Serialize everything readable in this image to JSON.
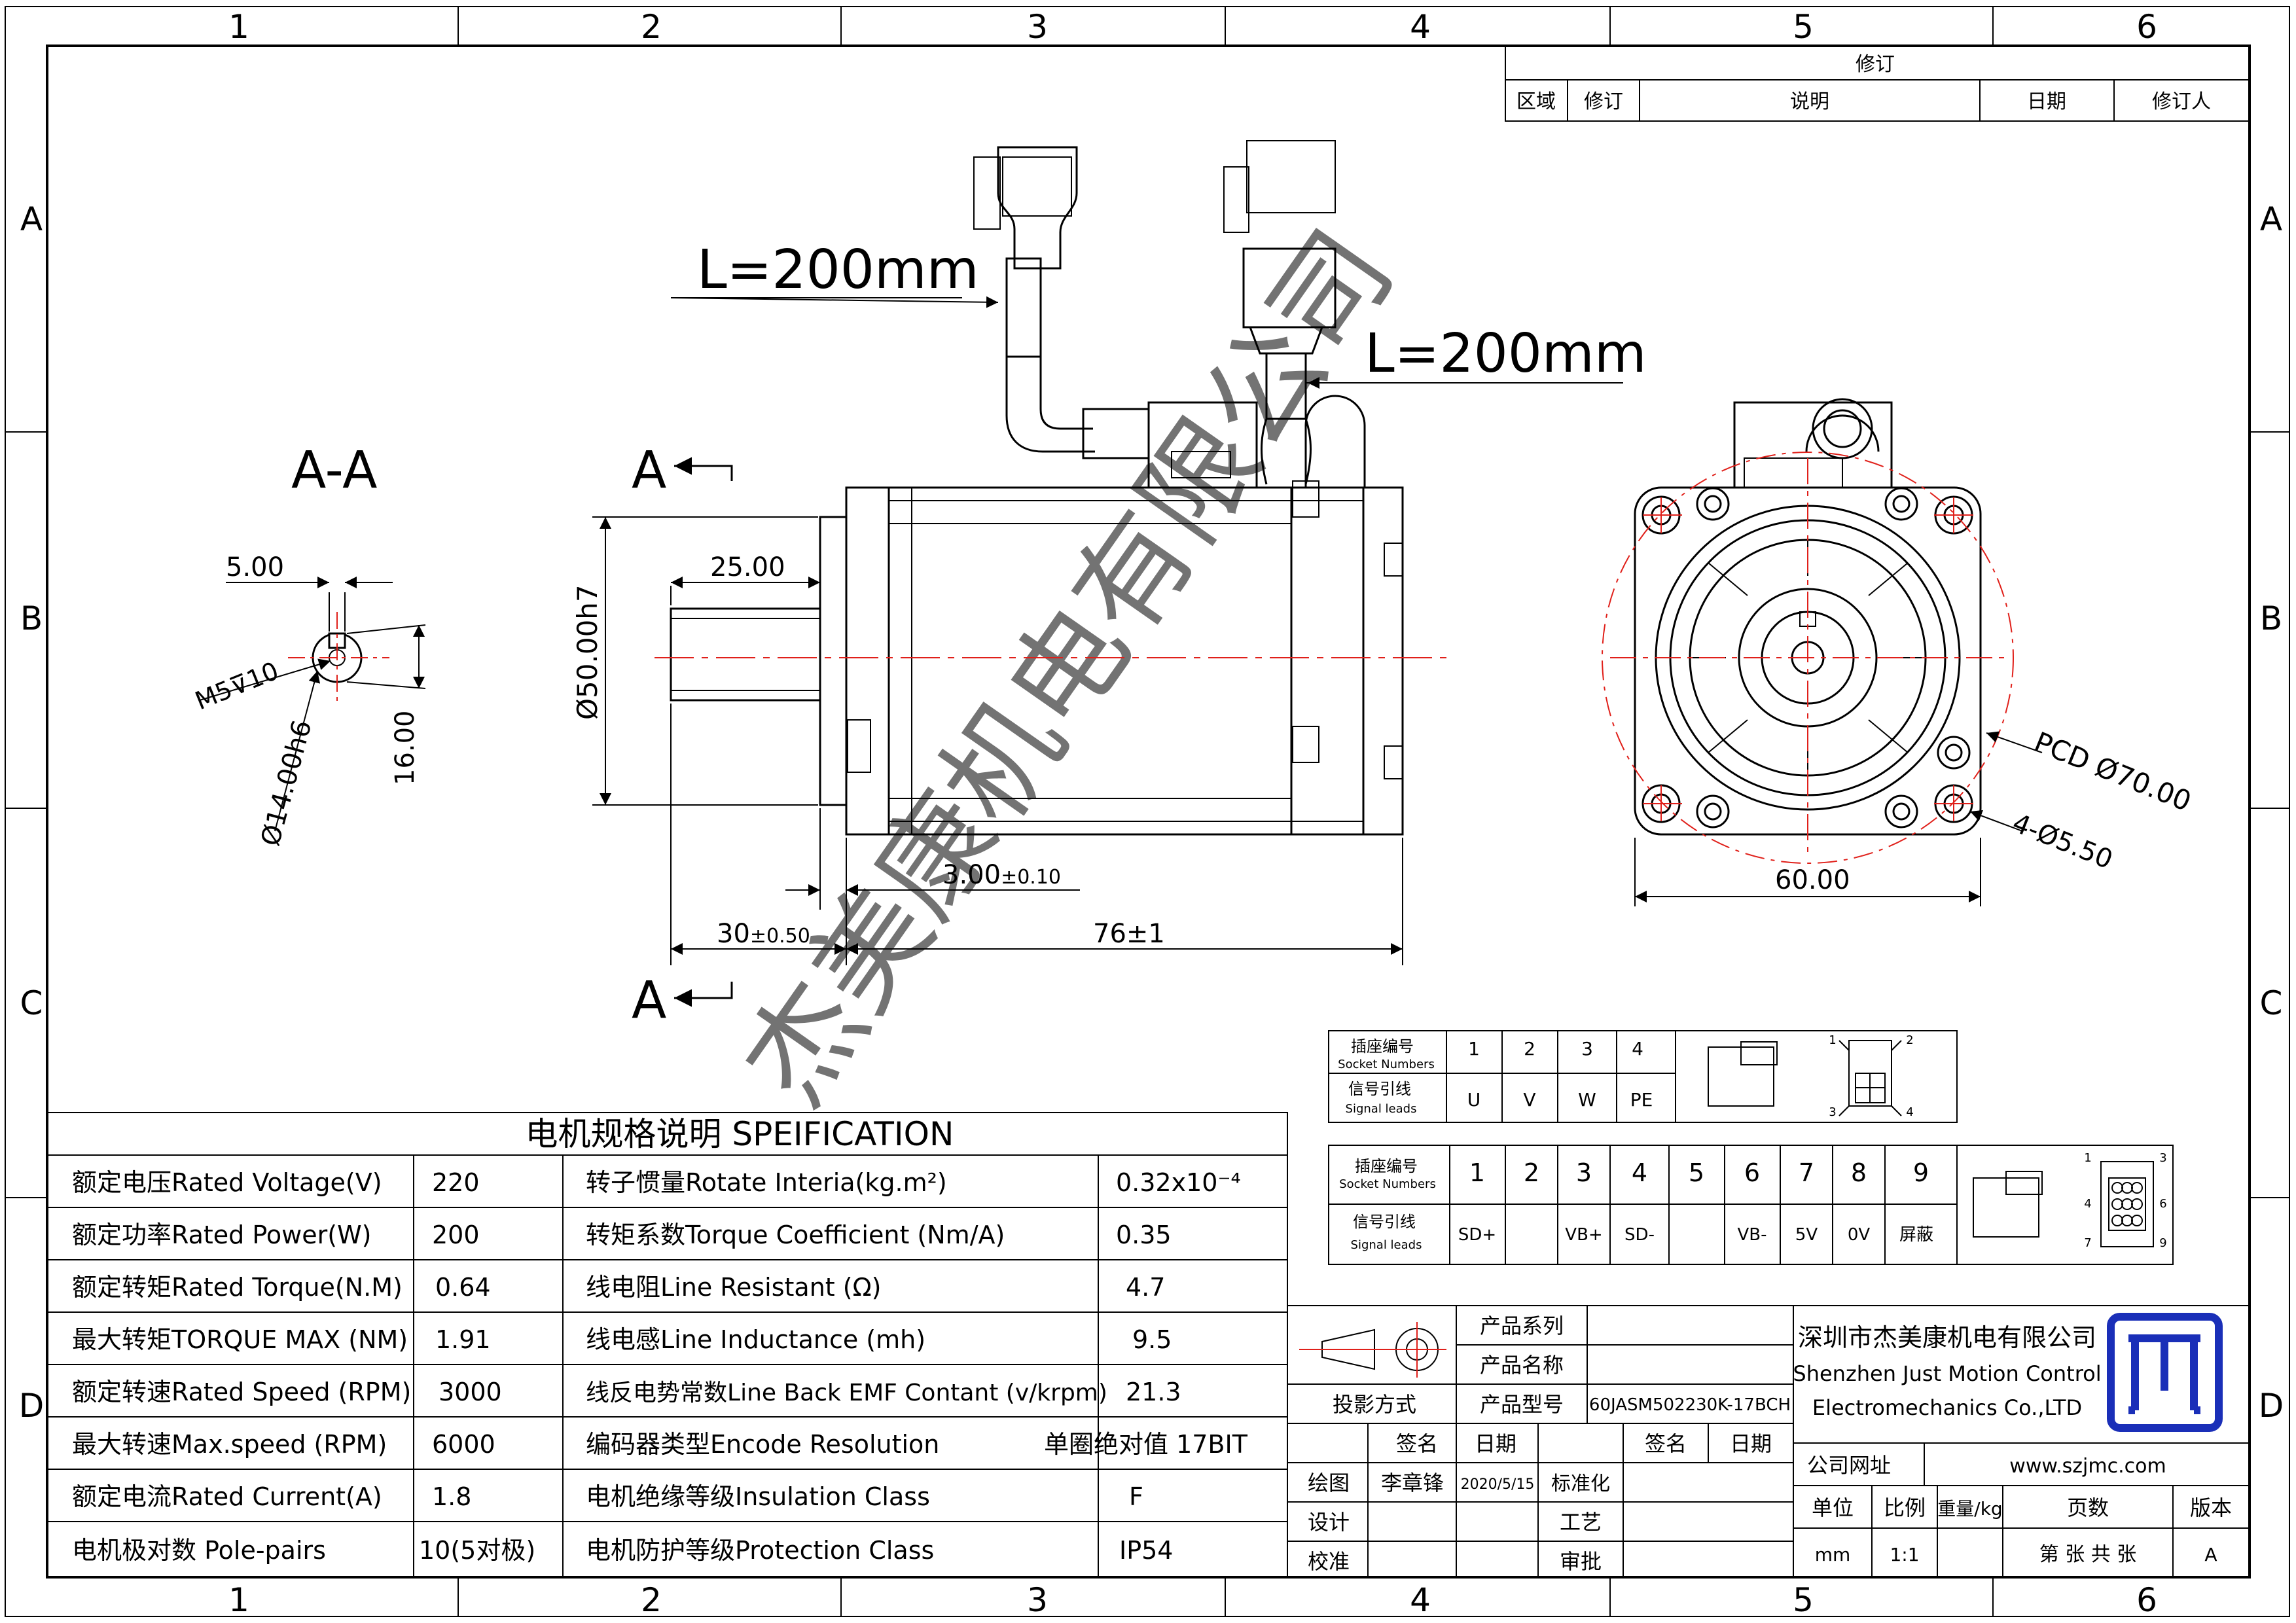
{
  "frame": {
    "col_numbers": [
      "1",
      "2",
      "3",
      "4",
      "5",
      "6"
    ],
    "row_letters": [
      "A",
      "B",
      "C",
      "D"
    ]
  },
  "revision": {
    "title": "修订",
    "headers": [
      "区域",
      "修订",
      "说明",
      "日期",
      "修订人"
    ]
  },
  "section_label": "A-A",
  "section_marker": "A",
  "dimensions": {
    "cable_length_1": "L=200mm",
    "cable_length_2": "L=200mm",
    "key_width": "5.00",
    "thread": "M5",
    "thread_depth": "10",
    "shaft_dia": "Ø14.00h6",
    "key_height": "16.00",
    "shaft_len": "25.00",
    "pilot_dia": "Ø50.00h7",
    "pilot_depth_value": "3.00",
    "pilot_depth_tol": "±0.10",
    "shaft_ext_value": "30",
    "shaft_ext_tol": "±0.50",
    "body_len": "76±1",
    "pcd": "PCD Ø70.00",
    "holes": "4-Ø5.50",
    "flange": "60.00"
  },
  "watermark": "杰美康机电有限公司",
  "spec": {
    "title": "电机规格说明 SPEIFICATION",
    "rows": [
      {
        "l_cn": "额定电压",
        "l_en": "Rated Voltage(V)",
        "l_val": "220",
        "r_cn": "转子惯量",
        "r_en": "Rotate Interia(kg.m²)",
        "r_val": "0.32x10⁻⁴"
      },
      {
        "l_cn": "额定功率",
        "l_en": "Rated Power(W)",
        "l_val": "200",
        "r_cn": "转矩系数",
        "r_en": "Torque Coefficient (Nm/A)",
        "r_val": "0.35"
      },
      {
        "l_cn": "额定转矩",
        "l_en": "Rated Torque(N.M)",
        "l_val": "0.64",
        "r_cn": "线电阻",
        "r_en": "Line Resistant (Ω)",
        "r_val": "4.7"
      },
      {
        "l_cn": "最大转矩",
        "l_en": "TORQUE MAX (NM)",
        "l_val": "1.91",
        "r_cn": "线电感",
        "r_en": "Line Inductance (mh)",
        "r_val": "9.5"
      },
      {
        "l_cn": "额定转速",
        "l_en": "Rated Speed (RPM)",
        "l_val": "3000",
        "r_cn": "线反电势常数",
        "r_en": "Line Back EMF Contant (v/krpm)",
        "r_val": "21.3"
      },
      {
        "l_cn": "最大转速",
        "l_en": "Max.speed (RPM)",
        "l_val": "6000",
        "r_cn": "编码器类型",
        "r_en": "Encode Resolution",
        "r_val": "单圈绝对值 17BIT"
      },
      {
        "l_cn": "额定电流",
        "l_en": "Rated Current(A)",
        "l_val": "1.8",
        "r_cn": "电机绝缘等级",
        "r_en": "Insulation Class",
        "r_val": "F"
      },
      {
        "l_cn": "电机极对数 ",
        "l_en": "Pole-pairs",
        "l_val": "10(5对极)",
        "r_cn": "电机防护等级",
        "r_en": "Protection Class",
        "r_val": "IP54"
      }
    ]
  },
  "power_connector": {
    "socket_cn": "插座编号",
    "socket_en": "Socket Numbers",
    "signal_cn": "信号引线",
    "signal_en": "Signal leads",
    "pins": [
      "1",
      "2",
      "3",
      "4"
    ],
    "leads": [
      "U",
      "V",
      "W",
      "PE"
    ],
    "fig_labels": [
      "1",
      "2",
      "3",
      "4"
    ]
  },
  "encoder_connector": {
    "socket_cn": "插座编号",
    "socket_en": "Socket Numbers",
    "signal_cn": "信号引线",
    "signal_en": "Signal leads",
    "pins": [
      "1",
      "2",
      "3",
      "4",
      "5",
      "6",
      "7",
      "8",
      "9"
    ],
    "leads": [
      "SD+",
      "",
      "VB+",
      "SD-",
      "",
      "VB-",
      "5V",
      "0V",
      "屏蔽"
    ],
    "fig_labels": [
      "1",
      "3",
      "4",
      "6",
      "7",
      "9"
    ]
  },
  "title_block": {
    "product_series": "产品系列",
    "product_name": "产品名称",
    "projection": "投影方式",
    "product_model": "产品型号",
    "model_value": "60JASM502230K-17BCH",
    "sign": "签名",
    "date": "日期",
    "draw": "绘图",
    "drawer": "李章锋",
    "draw_date": "2020/5/15",
    "standard": "标准化",
    "design": "设计",
    "process": "工艺",
    "check": "校准",
    "approve": "审批",
    "company_cn": "深圳市杰美康机电有限公司",
    "company_en1": "Shenzhen Just Motion Control",
    "company_en2": "Electromechanics Co.,LTD",
    "website_label": "公司网址",
    "website": "www.szjmc.com",
    "unit": "单位",
    "scale": "比例",
    "weight": "重量/kg",
    "pages": "页数",
    "version": "版本",
    "unit_val": "mm",
    "scale_val": "1:1",
    "pages_val": "第 张 共 张",
    "version_val": "A"
  },
  "colors": {
    "center_line": "#e0201a",
    "logo": "#1a2fb8"
  }
}
